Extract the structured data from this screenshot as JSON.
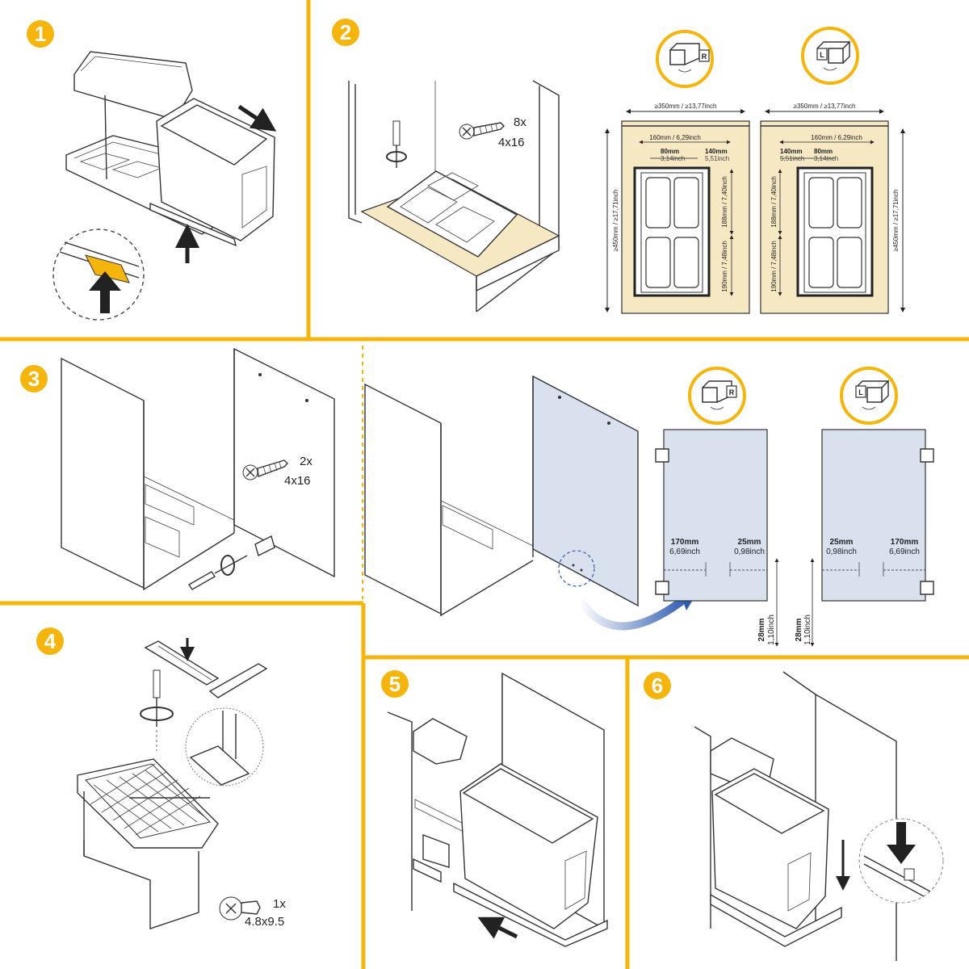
{
  "colors": {
    "accent": "#F5B50A",
    "panel_fill": "#F7E8C4",
    "door_fill": "#D9E1EE",
    "arrow_blue": "#2F5EB0",
    "line": "#333333"
  },
  "steps": [
    {
      "number": "1"
    },
    {
      "number": "2",
      "screw_qty": "8x",
      "screw_size": "4x16"
    },
    {
      "number": "3",
      "screw_qty": "2x",
      "screw_size": "4x16"
    },
    {
      "number": "4",
      "screw_qty": "1x",
      "screw_size": "4.8x9.5"
    },
    {
      "number": "5"
    },
    {
      "number": "6"
    }
  ],
  "mounting_diagrams": {
    "right": {
      "icon_letter": "R",
      "cabinet_width": "≥350mm / ≥13,77inch",
      "cabinet_height": "≥450mm / ≥17,71inch",
      "side_offset_mm": "160mm / 6,29inch",
      "center_offset_mm": "80mm",
      "center_offset_in": "3,14inch",
      "edge_offset_mm": "140mm",
      "edge_offset_in": "5,51inch",
      "upper_depth": "188mm / 7,40inch",
      "lower_depth": "190mm / 7,48inch"
    },
    "left": {
      "icon_letter": "L",
      "cabinet_width": "≥350mm / ≥13,77inch",
      "cabinet_height": "≥450mm / ≥17,71inch",
      "side_offset_mm": "160mm / 6,29inch",
      "center_offset_mm": "80mm",
      "center_offset_in": "3,14inch",
      "edge_offset_mm": "140mm",
      "edge_offset_in": "5,51inch",
      "upper_depth": "188mm / 7,40inch",
      "lower_depth": "190mm / 7,48inch"
    }
  },
  "door_diagrams": {
    "right": {
      "icon_letter": "R",
      "dist_a_mm": "170mm",
      "dist_a_in": "6,69inch",
      "dist_b_mm": "25mm",
      "dist_b_in": "0,98inch",
      "height_mm": "28mm",
      "height_in": "1,10inch"
    },
    "left": {
      "icon_letter": "L",
      "dist_a_mm": "25mm",
      "dist_a_in": "0,98inch",
      "dist_b_mm": "170mm",
      "dist_b_in": "6,69inch",
      "height_mm": "28mm",
      "height_in": "1,10inch"
    }
  }
}
